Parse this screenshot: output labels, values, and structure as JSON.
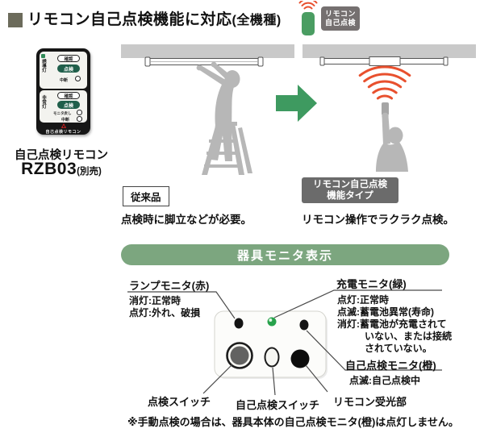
{
  "header": {
    "title_main": "リモコン自己点検機能に対応",
    "title_suffix": "(全機種)",
    "icon_badge": {
      "line1": "リモコン",
      "line2": "自己点検"
    }
  },
  "product": {
    "name": "自己点検リモコン",
    "model": "RZB03",
    "model_note": "(別売)",
    "remote": {
      "group1": {
        "side": "誘導灯",
        "btn_confirm": "確認",
        "btn_check": "点検",
        "btn_pause": "中断"
      },
      "group2": {
        "side": "非常灯",
        "btn_confirm": "確認",
        "btn_check": "点検",
        "btn_monitor": "モニタ戻し",
        "btn_pause": "中断"
      },
      "footer": "自己点検リモコン"
    }
  },
  "comparison": {
    "before": {
      "tag": "従来品",
      "caption": "点検時に脚立などが必要。"
    },
    "after": {
      "tag_line1": "リモコン自己点検",
      "tag_line2": "機能タイプ",
      "caption": "リモコン操作でラクラク点検。"
    }
  },
  "monitor": {
    "heading": "器具モニタ表示",
    "lamp": {
      "title": "ランプモニタ(赤)",
      "line1": "消灯:正常時",
      "line2": "点灯:外れ、破損"
    },
    "charge": {
      "title": "充電モニタ(緑)",
      "line1": "点灯:正常時",
      "line2": "点滅:蓄電池異常(寿命)",
      "line3": "消灯:蓄電池が充電されて",
      "line4": "いない、または接続",
      "line5": "されていない。"
    },
    "selfcheck": {
      "title": "自己点検モニタ(橙)",
      "line1": "点滅:自己点検中"
    },
    "check_switch": "点検スイッチ",
    "selfcheck_switch": "自己点検スイッチ",
    "receiver": "リモコン受光部"
  },
  "note": "※手動点検の場合は、器具本体の自己点検モニタ(橙)は点灯しません。",
  "colors": {
    "green_bar": "#7CA67F",
    "green_arrow": "#3E9A60",
    "remote_green": "#4A9D62",
    "signal_red": "#E8502E",
    "badge_gray": "#757070",
    "bullet": "#6C6B5B"
  }
}
